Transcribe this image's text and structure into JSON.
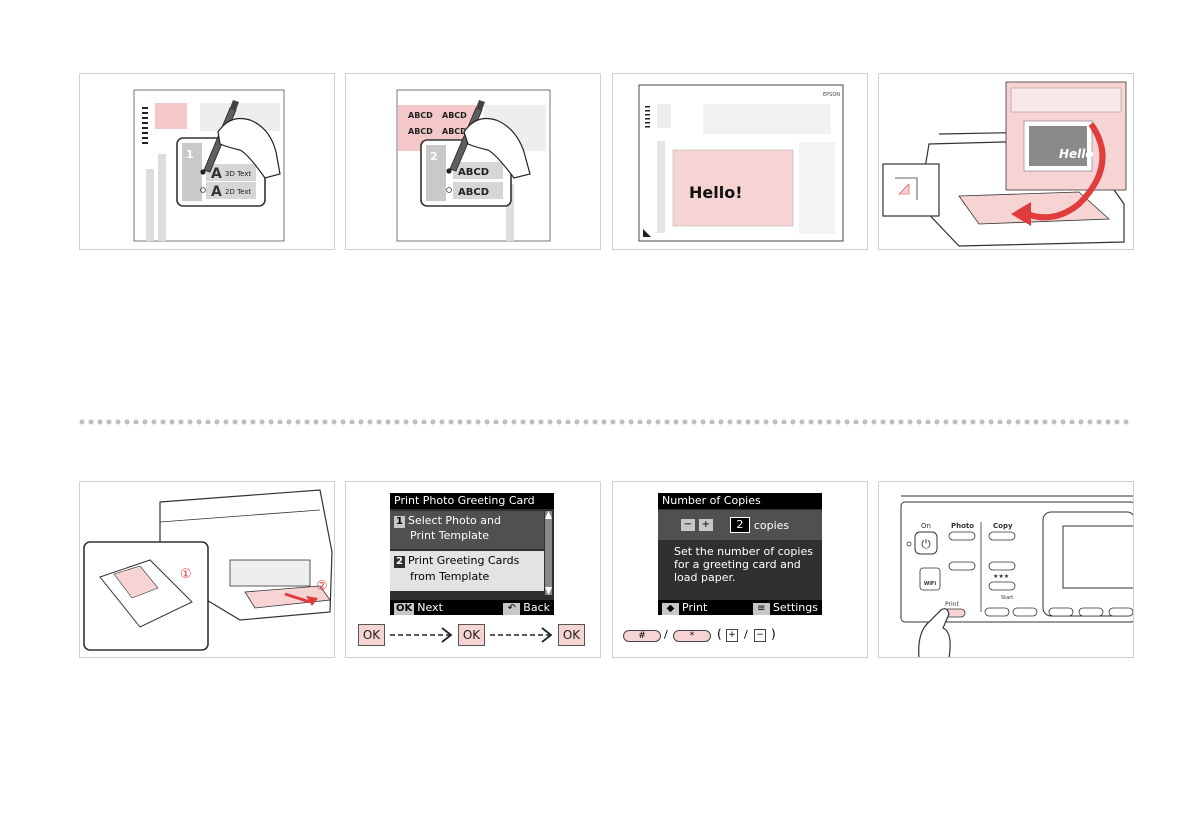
{
  "panel_top_2": {
    "abcd": "ABCD",
    "abcd2": "ABCD"
  },
  "panel_top_1": {
    "num": "1",
    "text3d": "3D Text",
    "text2d": "2D Text"
  },
  "panel_top_3": {
    "hello": "Hello!",
    "brand": "EPSON"
  },
  "panel_top_4": {
    "hello": "Hello"
  },
  "panel_bot_5": {
    "circled_1": "①",
    "circled_2": "②"
  },
  "lcd_greeting": {
    "title": "Print Photo Greeting Card",
    "item1_num": "1",
    "item1_line1": "Select Photo and",
    "item1_line2": "Print Template",
    "item2_num": "2",
    "item2_line1": "Print Greeting Cards",
    "item2_line2": "from Template",
    "ok_badge": "OK",
    "next": "Next",
    "back": "Back"
  },
  "ok_sequence": [
    "OK",
    "OK",
    "OK"
  ],
  "lcd_copies": {
    "title": "Number of Copies",
    "value": "2",
    "unit": "copies",
    "message_line1": "Set the number of copies",
    "message_line2": "for a greeting card and",
    "message_line3": "load paper.",
    "print": "Print",
    "settings": "Settings"
  },
  "copies_keys": {
    "slash": "/",
    "open": "(",
    "slash2": "/",
    "close": ")",
    "plus": "+",
    "minus": "−"
  },
  "control_panel": {
    "on": "On",
    "photo": "Photo",
    "copy": "Copy",
    "print": "Print",
    "start": "Start",
    "wifi": "WiFi",
    "stars": "★★★"
  },
  "colors": {
    "pink": "#f6d4d4",
    "red": "#e03c3c",
    "lcd_bg": "#303030"
  }
}
